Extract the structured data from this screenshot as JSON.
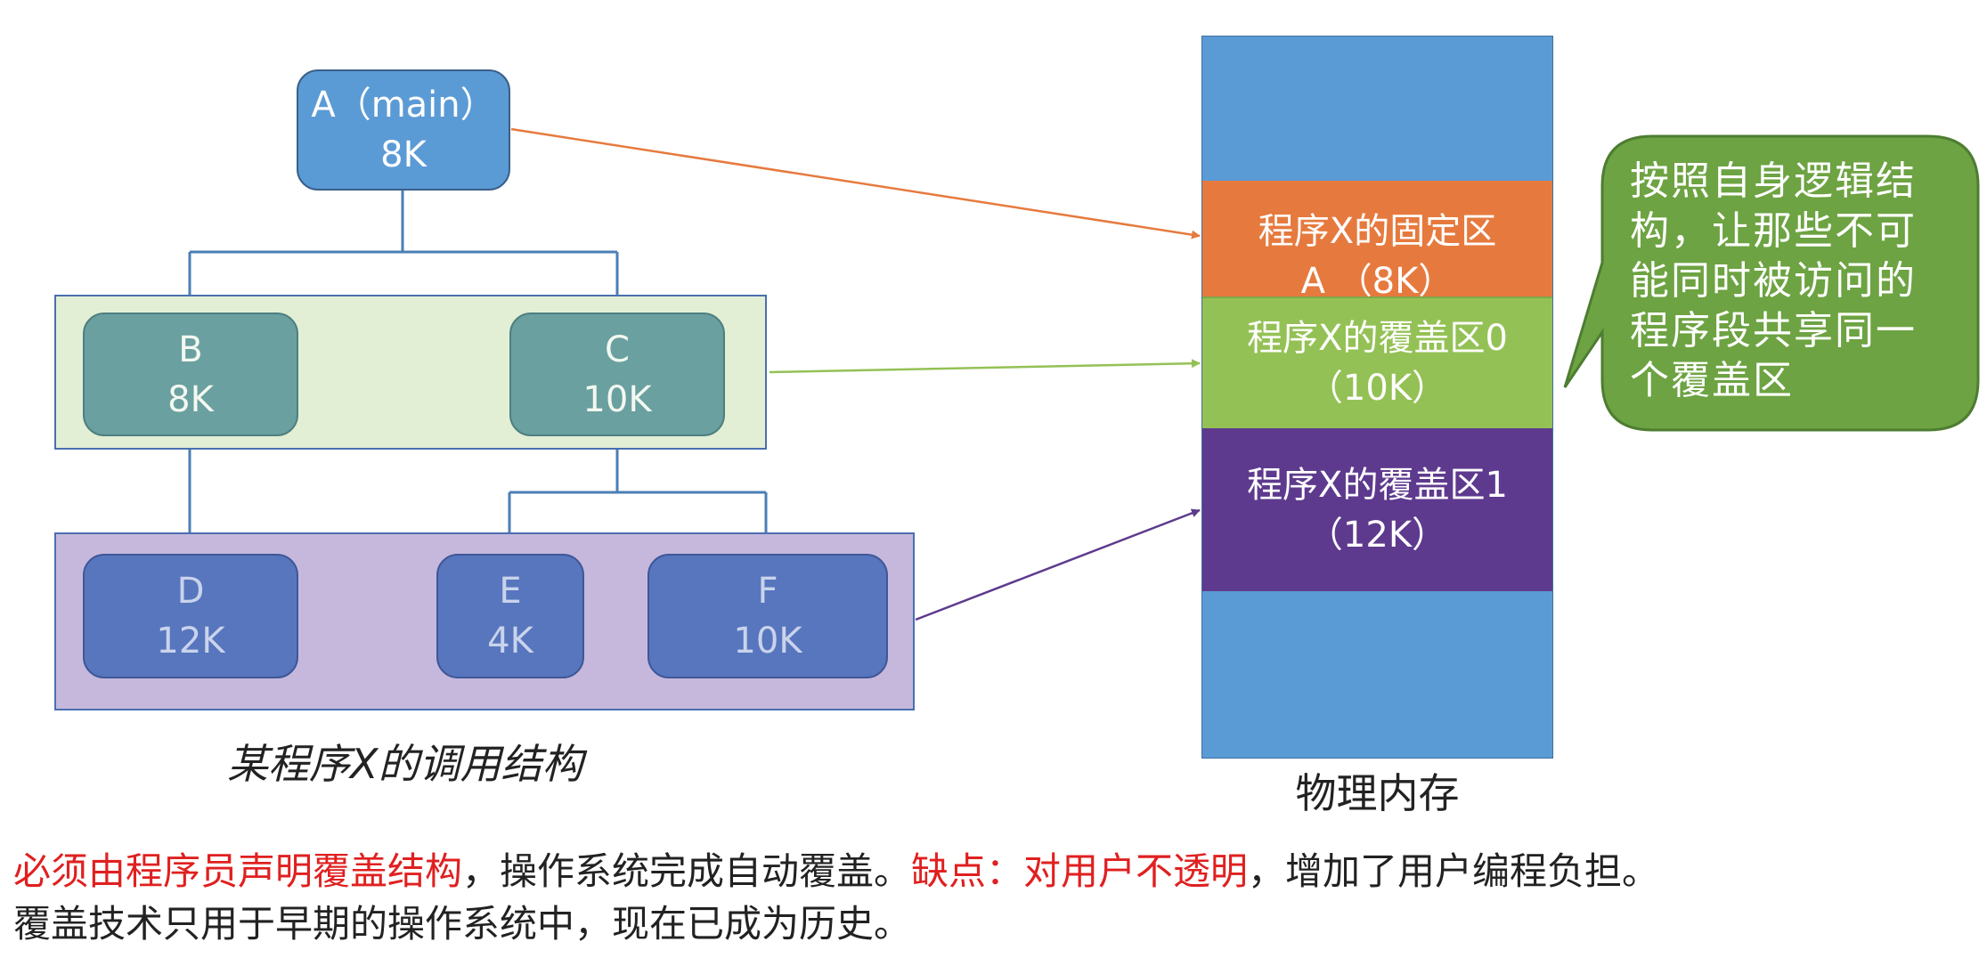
{
  "tree": {
    "root": {
      "name": "A（main）",
      "size": "8K"
    },
    "level1": [
      {
        "name": "B",
        "size": "8K"
      },
      {
        "name": "C",
        "size": "10K"
      }
    ],
    "level2": [
      {
        "name": "D",
        "size": "12K"
      },
      {
        "name": "E",
        "size": "4K"
      },
      {
        "name": "F",
        "size": "10K"
      }
    ],
    "caption": "某程序X的调用结构"
  },
  "memory": {
    "label": "物理内存",
    "fixed": {
      "line1": "程序X的固定区",
      "line2": "A （8K）"
    },
    "overlay0": {
      "line1": "程序X的覆盖区0",
      "line2": "（10K）"
    },
    "overlay1": {
      "line1": "程序X的覆盖区1",
      "line2": "（12K）"
    }
  },
  "callout": {
    "lines": [
      "按照自身逻辑结",
      "构，让那些不可",
      "能同时被访问的",
      "程序段共享同一",
      "个覆盖区"
    ]
  },
  "notes": {
    "line1_red_a": "必须由程序员声明覆盖结构",
    "line1_black_a": "，操作系统完成自动覆盖。",
    "line1_red_b": "缺点：对用户不透明",
    "line1_black_b": "，增加了用户编程负担。",
    "line2": "覆盖技术只用于早期的操作系统中，现在已成为历史。"
  },
  "colors": {
    "root": "#5b9bd5",
    "level1_group": "#e2efd5",
    "level2_group": "#c6b8dc",
    "mem_free": "#5b9bd5",
    "mem_fixed": "#e67a3e",
    "mem_overlay0": "#94c155",
    "mem_overlay1": "#5e3a8e",
    "callout": "#6da342",
    "emphasis": "#e02020"
  }
}
